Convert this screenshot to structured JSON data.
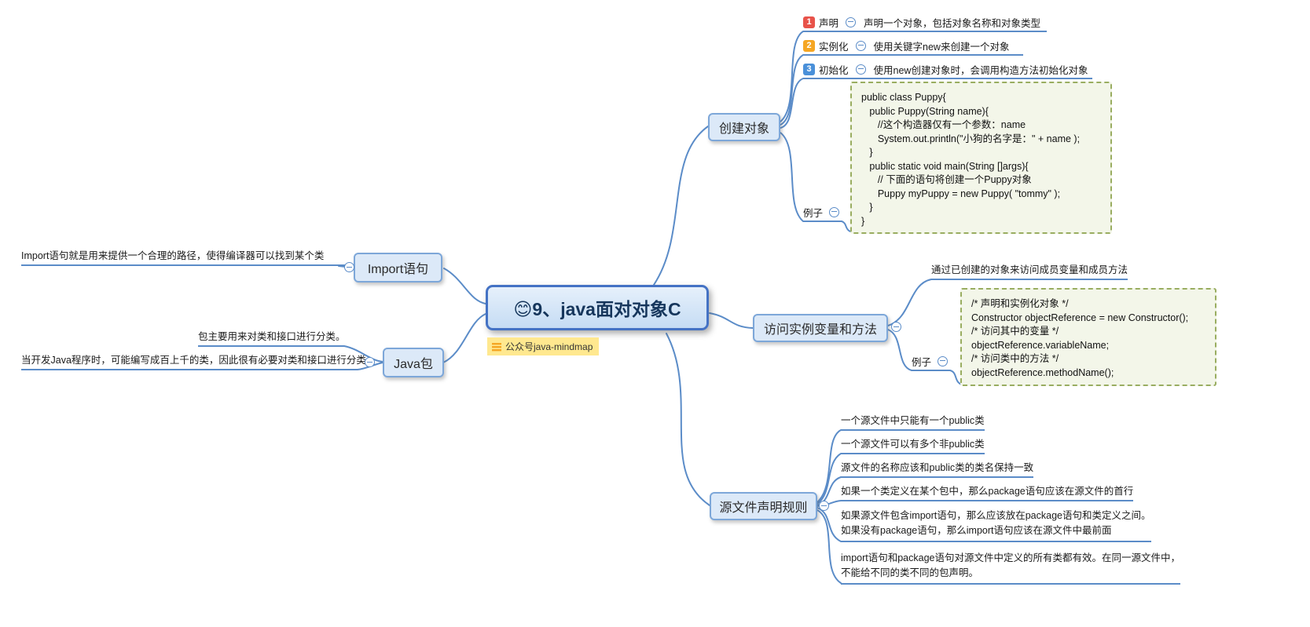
{
  "colors": {
    "line": "#5b8cc8",
    "node_bg": "#dce9f8",
    "node_border": "#7da7d9",
    "central_border": "#4472c4",
    "badge_1": "#e8534a",
    "badge_2": "#f5a623",
    "badge_3": "#4a90d9",
    "code_bg": "#f3f6e9",
    "code_border": "#99ad60",
    "watermark_bg": "#ffe88f"
  },
  "central": {
    "title": "😊9、java面对对象C"
  },
  "watermark": {
    "label": "公众号java-mindmap"
  },
  "import_branch": {
    "node": "Import语句",
    "note": "Import语句就是用来提供一个合理的路径，使得编译器可以找到某个类"
  },
  "java_package_branch": {
    "node": "Java包",
    "note_top": "包主要用来对类和接口进行分类。",
    "note_bottom": "当开发Java程序时，可能编写成百上千的类，因此很有必要对类和接口进行分类"
  },
  "create_object_branch": {
    "node": "创建对象",
    "steps": [
      {
        "num": "1",
        "label": "声明",
        "desc": "声明一个对象，包括对象名称和对象类型"
      },
      {
        "num": "2",
        "label": "实例化",
        "desc": "使用关键字new来创建一个对象"
      },
      {
        "num": "3",
        "label": "初始化",
        "desc": "使用new创建对象时，会调用构造方法初始化对象"
      }
    ],
    "example_label": "例子",
    "code": "public class Puppy{\n   public Puppy(String name){\n      //这个构造器仅有一个参数：name\n      System.out.println(\"小狗的名字是：\" + name );\n   }\n   public static void main(String []args){\n      // 下面的语句将创建一个Puppy对象\n      Puppy myPuppy = new Puppy( \"tommy\" );\n   }\n}"
  },
  "access_branch": {
    "node": "访问实例变量和方法",
    "note": "通过已创建的对象来访问成员变量和成员方法",
    "example_label": "例子",
    "code": "/* 声明和实例化对象 */\nConstructor objectReference = new Constructor();\n/* 访问其中的变量 */\nobjectReference.variableName;\n/* 访问类中的方法 */\nobjectReference.methodName();"
  },
  "source_rules_branch": {
    "node": "源文件声明规则",
    "rules": [
      "一个源文件中只能有一个public类",
      "一个源文件可以有多个非public类",
      "源文件的名称应该和public类的类名保持一致",
      "如果一个类定义在某个包中，那么package语句应该在源文件的首行",
      "如果源文件包含import语句，那么应该放在package语句和类定义之间。\n如果没有package语句，那么import语句应该在源文件中最前面",
      "import语句和package语句对源文件中定义的所有类都有效。在同一源文件中，\n不能给不同的类不同的包声明。"
    ]
  }
}
